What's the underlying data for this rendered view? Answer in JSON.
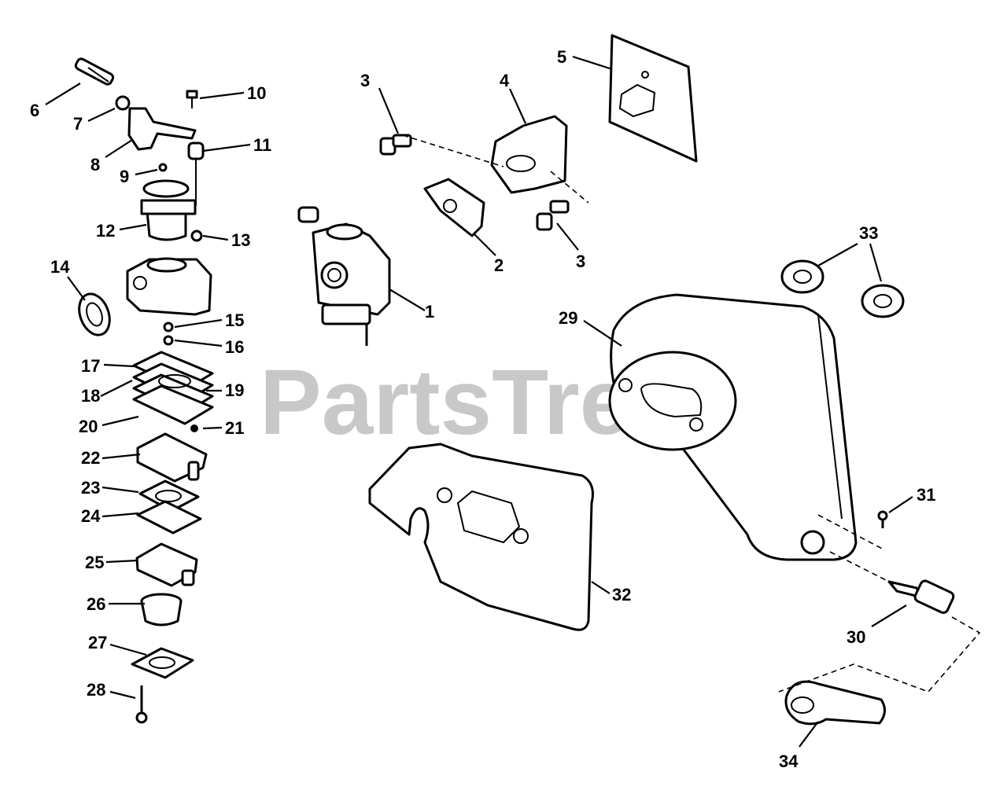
{
  "watermark": "PartsTree",
  "callouts": {
    "c1": "1",
    "c2": "2",
    "c3a": "3",
    "c3b": "3",
    "c4": "4",
    "c5": "5",
    "c6": "6",
    "c7": "7",
    "c8": "8",
    "c9": "9",
    "c10": "10",
    "c11": "11",
    "c12": "12",
    "c13": "13",
    "c14": "14",
    "c15": "15",
    "c16": "16",
    "c17": "17",
    "c18": "18",
    "c19": "19",
    "c20": "20",
    "c21": "21",
    "c22": "22",
    "c23": "23",
    "c24": "24",
    "c25": "25",
    "c26": "26",
    "c27": "27",
    "c28": "28",
    "c29": "29",
    "c30": "30",
    "c31": "31",
    "c32": "32",
    "c33": "33",
    "c34": "34"
  }
}
